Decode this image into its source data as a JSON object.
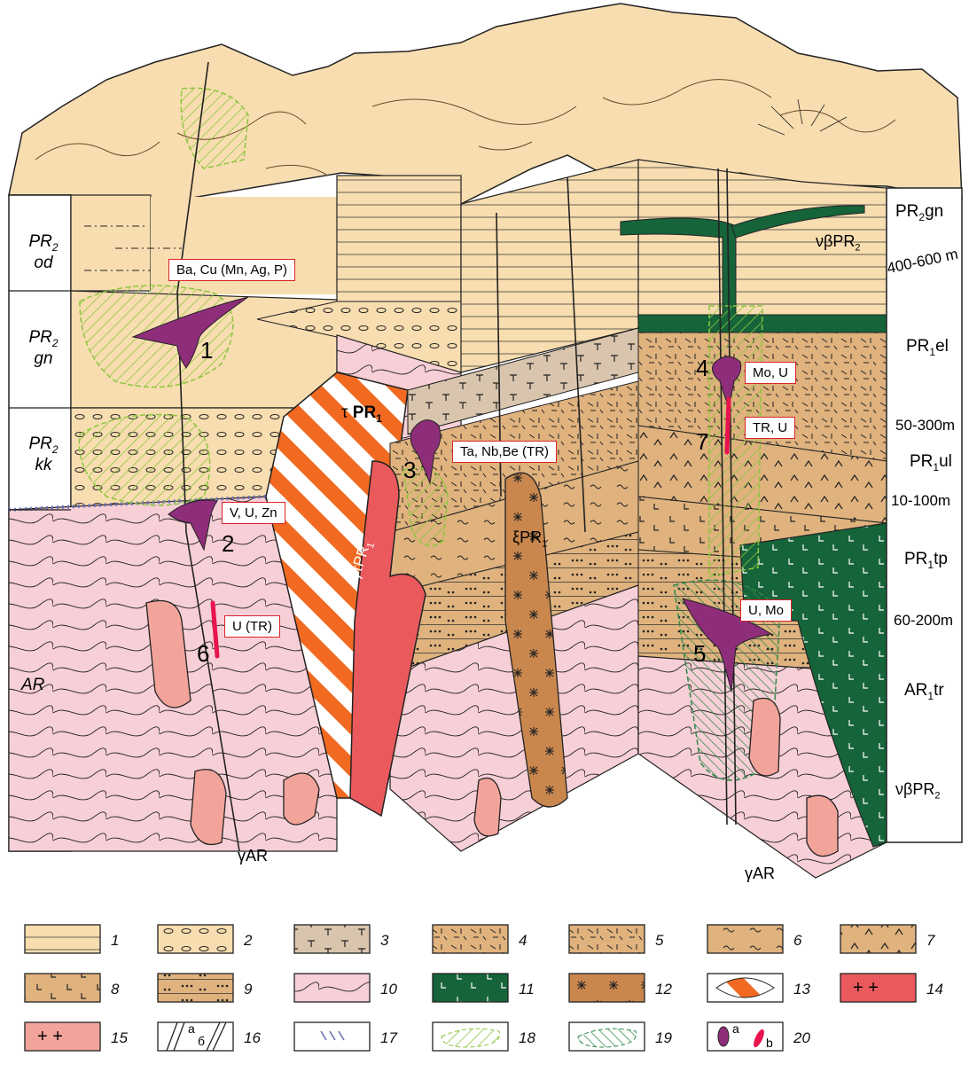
{
  "left_column": {
    "units": [
      {
        "main": "PR",
        "sub": "2",
        "second": "od"
      },
      {
        "main": "PR",
        "sub": "2",
        "second": "gn"
      },
      {
        "main": "PR",
        "sub": "2",
        "second": "kk"
      },
      {
        "main": "AR",
        "sub": "",
        "second": ""
      }
    ]
  },
  "right_column": {
    "labels": [
      {
        "main": "PR",
        "sub": "2",
        "rest": "gn"
      },
      {
        "main": "400-600 m",
        "sub": "",
        "rest": ""
      },
      {
        "main": "PR",
        "sub": "1",
        "rest": "el"
      },
      {
        "main": "50-300m",
        "sub": "",
        "rest": ""
      },
      {
        "main": "PR",
        "sub": "1",
        "rest": "ul"
      },
      {
        "main": "10-100m",
        "sub": "",
        "rest": ""
      },
      {
        "main": "PR",
        "sub": "1",
        "rest": "tp"
      },
      {
        "main": "60-200m",
        "sub": "",
        "rest": ""
      },
      {
        "main": "AR",
        "sub": "1",
        "rest": "tr"
      }
    ]
  },
  "deposits": [
    {
      "num": "1",
      "label": "Ba, Cu (Mn, Ag, P)"
    },
    {
      "num": "2",
      "label": "V, U, Zn"
    },
    {
      "num": "3",
      "label": "Ta, Nb,Be (TR)"
    },
    {
      "num": "4",
      "label": "Mo, U"
    },
    {
      "num": "5",
      "label": "U, Mo"
    },
    {
      "num": "6",
      "label": "U (TR)"
    },
    {
      "num": "7",
      "label": "TR, U"
    }
  ],
  "intrusion_labels": {
    "tau": {
      "sym": "τ",
      "main": "PR",
      "sub": "1"
    },
    "gamma_tau": {
      "sym": "γτ",
      "main": "PR",
      "sub": "1"
    },
    "xi": {
      "sym": "ξ",
      "main": "PR",
      "sub": "1"
    },
    "nu_beta_top": {
      "sym": "νβ",
      "main": "PR",
      "sub": "2"
    },
    "nu_beta_right": {
      "sym": "νβ",
      "main": "PR",
      "sub": "2"
    },
    "gamma_ar_left": "γAR",
    "gamma_ar_right": "γAR"
  },
  "legend": [
    {
      "num": "1"
    },
    {
      "num": "2"
    },
    {
      "num": "3"
    },
    {
      "num": "4"
    },
    {
      "num": "5"
    },
    {
      "num": "6"
    },
    {
      "num": "7"
    },
    {
      "num": "8"
    },
    {
      "num": "9"
    },
    {
      "num": "10"
    },
    {
      "num": "11"
    },
    {
      "num": "12"
    },
    {
      "num": "13"
    },
    {
      "num": "14"
    },
    {
      "num": "15"
    },
    {
      "num": "16",
      "a": "а",
      "b": "б"
    },
    {
      "num": "17"
    },
    {
      "num": "18"
    },
    {
      "num": "19"
    },
    {
      "num": "20",
      "a": "a",
      "b": "b"
    }
  ],
  "colors": {
    "sandstone": "#f8ddb0",
    "tan": "#dfb27e",
    "tuff": "#d9c5ad",
    "archean": "#f7cfd6",
    "gabbro": "#16643a",
    "syenite": "#c9874e",
    "granite_red": "#ea5a5c",
    "granite_pink": "#f2a49b",
    "ore": "#8e2e7a",
    "vein": "#e8144d",
    "halo_light": "#8cc63f",
    "halo_dark": "#2f8a4a",
    "trachyte": "#f26a21"
  }
}
